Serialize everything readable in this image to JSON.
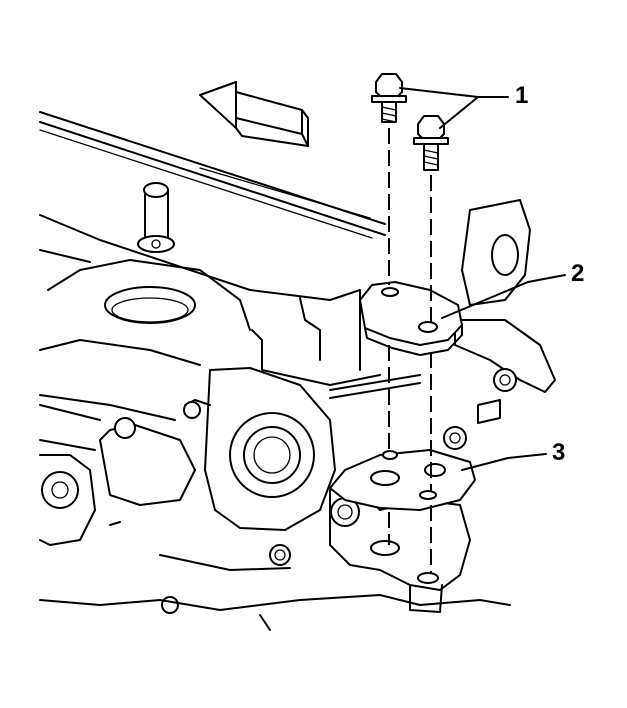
{
  "figure": {
    "callouts": [
      {
        "id": "1",
        "label": "1"
      },
      {
        "id": "2",
        "label": "2"
      },
      {
        "id": "3",
        "label": "3"
      }
    ]
  }
}
